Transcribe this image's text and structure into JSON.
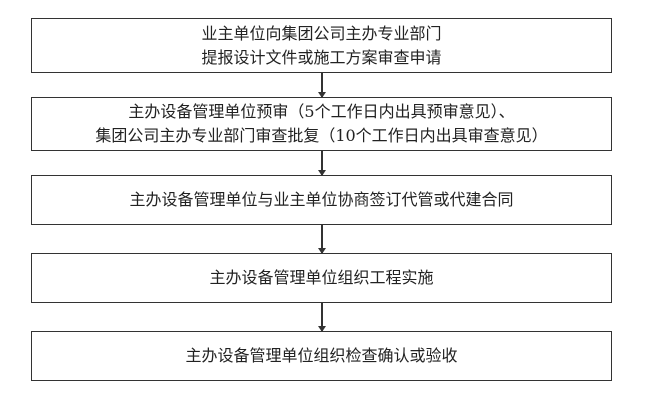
{
  "steps": [
    {
      "lines": [
        "业主单位向集团公司主办专业部门",
        "提报设计文件或施工方案审查申请"
      ]
    },
    {
      "lines": [
        "主办设备管理单位预审（5个工作日内出具预审意见）、",
        "集团公司主办专业部门审查批复（10个工作日内出具审查意见）"
      ]
    },
    {
      "lines": [
        "主办设备管理单位与业主单位协商签订代管或代建合同"
      ]
    },
    {
      "lines": [
        "主办设备管理单位组织工程实施"
      ]
    },
    {
      "lines": [
        "主办设备管理单位组织检查确认或验收"
      ]
    }
  ]
}
